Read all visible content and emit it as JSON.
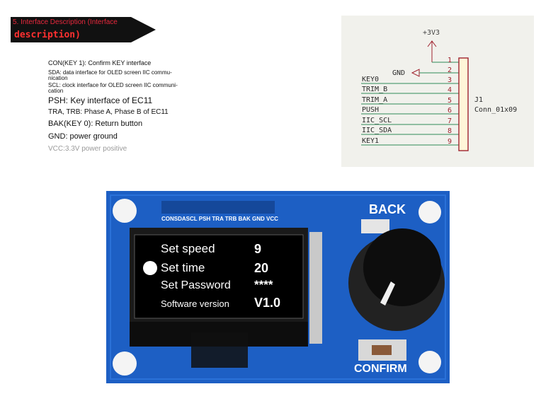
{
  "section": {
    "title_line1": "5. Interface Description (Interface",
    "title_line2": "description)"
  },
  "interface": {
    "con": "CON(KEY 1): Confirm KEY interface",
    "sda_1": "SDA: data interface for OLED screen IIC commu-",
    "sda_2": "nication",
    "scl_1": "SCL: clock interface for OLED screen IIC communi-",
    "scl_2": "cation",
    "psh": "PSH: Key interface of EC11",
    "tra": "TRA, TRB: Phase A, Phase B of EC11",
    "bak": "BAK(KEY 0): Return button",
    "gnd": "GND: power ground",
    "vcc": "VCC:3.3V power positive"
  },
  "schematic": {
    "power": "+3V3",
    "gnd": "GND",
    "ref": "J1",
    "part": "Conn_01x09",
    "pins": [
      {
        "num": "1",
        "net": ""
      },
      {
        "num": "2",
        "net": ""
      },
      {
        "num": "3",
        "net": "KEY0"
      },
      {
        "num": "4",
        "net": "TRIM_B"
      },
      {
        "num": "5",
        "net": "TRIM_A"
      },
      {
        "num": "6",
        "net": "PUSH"
      },
      {
        "num": "7",
        "net": "IIC_SCL"
      },
      {
        "num": "8",
        "net": "IIC_SDA"
      },
      {
        "num": "9",
        "net": "KEY1"
      }
    ]
  },
  "board": {
    "header_labels": "CONSDASCL PSH TRA TRB BAK GND VCC",
    "back_label": "BACK",
    "confirm_label": "CONFIRM",
    "menu": [
      {
        "label": "Set speed",
        "value": "9"
      },
      {
        "label": "Set time",
        "value": "20"
      },
      {
        "label": "Set Password",
        "value": "****"
      },
      {
        "label": "Software version",
        "value": "V1.0"
      }
    ]
  },
  "colors": {
    "banner": "#111111",
    "title_text": "#e8283c",
    "pcb": "#1d5fc4",
    "schematic_wire": "#2e8b57",
    "connector": "#a0232f"
  }
}
